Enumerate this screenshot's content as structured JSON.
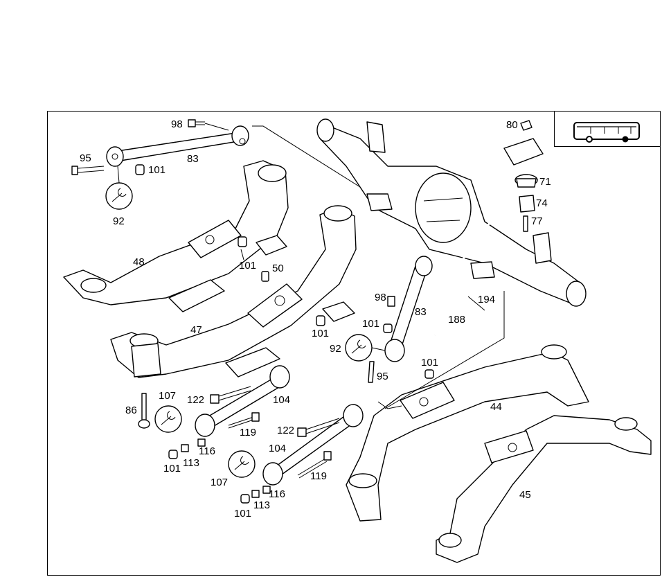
{
  "labels": {
    "l98a": "98",
    "l83a": "83",
    "l95a": "95",
    "l101a": "101",
    "l92a": "92",
    "l48": "48",
    "l101b": "101",
    "l50": "50",
    "l47": "47",
    "l101c": "101",
    "l80": "80",
    "l71": "71",
    "l74": "74",
    "l77": "77",
    "l98b": "98",
    "l83b": "83",
    "l101d": "101",
    "l194": "194",
    "l188": "188",
    "l92b": "92",
    "l95b": "95",
    "l101e": "101",
    "l86": "86",
    "l107a": "107",
    "l122a": "122",
    "l104a": "104",
    "l44": "44",
    "l119a": "119",
    "l116a": "116",
    "l113a": "113",
    "l101f": "101",
    "l122b": "122",
    "l104b": "104",
    "l107b": "107",
    "l119b": "119",
    "l116b": "116",
    "l113b": "113",
    "l101g": "101",
    "l45": "45"
  },
  "icons": {
    "wrench": "wrench-icon",
    "bus": "bus-icon"
  }
}
